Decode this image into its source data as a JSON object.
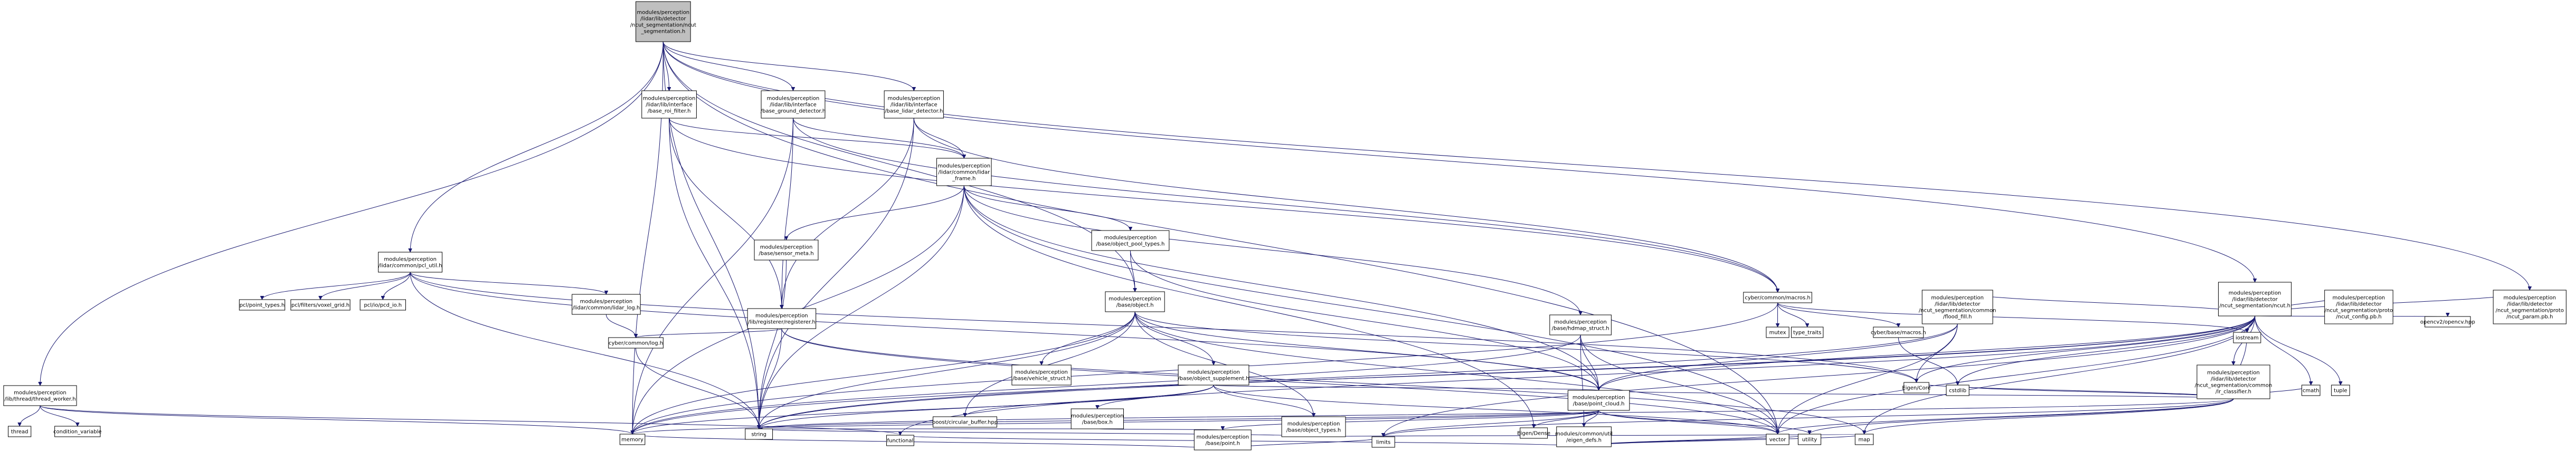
{
  "nodes": [
    {
      "id": "root",
      "lines": [
        "modules/perception",
        "/lidar/lib/detector",
        "/ncut_segmentation/ncut",
        "_segmentation.h"
      ],
      "style": "root"
    },
    {
      "id": "thread_worker",
      "lines": [
        "modules/perception",
        "/lib/thread/thread_worker.h"
      ],
      "style": "normal"
    },
    {
      "id": "thread",
      "lines": [
        "thread"
      ],
      "style": "system"
    },
    {
      "id": "cond_var",
      "lines": [
        "condition_variable"
      ],
      "style": "system"
    },
    {
      "id": "memory",
      "lines": [
        "memory"
      ],
      "style": "system"
    },
    {
      "id": "functional",
      "lines": [
        "functional"
      ],
      "style": "system"
    },
    {
      "id": "pcl_util",
      "lines": [
        "modules/perception",
        "/lidar/common/pcl_util.h"
      ],
      "style": "normal"
    },
    {
      "id": "pcl_point_types",
      "lines": [
        "pcl/point_types.h"
      ],
      "style": "system"
    },
    {
      "id": "pcl_voxel",
      "lines": [
        "pcl/filters/voxel_grid.h"
      ],
      "style": "system"
    },
    {
      "id": "pcl_pcd_io",
      "lines": [
        "pcl/io/pcd_io.h"
      ],
      "style": "system"
    },
    {
      "id": "lidar_log",
      "lines": [
        "modules/perception",
        "/lidar/common/lidar_log.h"
      ],
      "style": "normal"
    },
    {
      "id": "cyber_log",
      "lines": [
        "cyber/common/log.h"
      ],
      "style": "red"
    },
    {
      "id": "string",
      "lines": [
        "string"
      ],
      "style": "system"
    },
    {
      "id": "base_roi",
      "lines": [
        "modules/perception",
        "/lidar/lib/interface",
        "/base_roi_filter.h"
      ],
      "style": "normal"
    },
    {
      "id": "base_ground",
      "lines": [
        "modules/perception",
        "/lidar/lib/interface",
        "/base_ground_detector.h"
      ],
      "style": "normal"
    },
    {
      "id": "base_lidar_det",
      "lines": [
        "modules/perception",
        "/lidar/lib/interface",
        "/base_lidar_detector.h"
      ],
      "style": "normal"
    },
    {
      "id": "lidar_frame",
      "lines": [
        "modules/perception",
        "/lidar/common/lidar",
        "_frame.h"
      ],
      "style": "normal"
    },
    {
      "id": "registerer",
      "lines": [
        "modules/perception",
        "/lib/registerer/registerer.h"
      ],
      "style": "normal"
    },
    {
      "id": "sensor_meta",
      "lines": [
        "modules/perception",
        "/base/sensor_meta.h"
      ],
      "style": "normal"
    },
    {
      "id": "obj_pool",
      "lines": [
        "modules/perception",
        "/base/object_pool_types.h"
      ],
      "style": "red"
    },
    {
      "id": "object_h",
      "lines": [
        "modules/perception",
        "/base/object.h"
      ],
      "style": "normal"
    },
    {
      "id": "vehicle_struct",
      "lines": [
        "modules/perception",
        "/base/vehicle_struct.h"
      ],
      "style": "normal"
    },
    {
      "id": "obj_supp",
      "lines": [
        "modules/perception",
        "/base/object_supplement.h"
      ],
      "style": "normal"
    },
    {
      "id": "boost_cb",
      "lines": [
        "boost/circular_buffer.hpp"
      ],
      "style": "system"
    },
    {
      "id": "box_h",
      "lines": [
        "modules/perception",
        "/base/box.h"
      ],
      "style": "red"
    },
    {
      "id": "obj_types",
      "lines": [
        "modules/perception",
        "/base/object_types.h"
      ],
      "style": "normal"
    },
    {
      "id": "point_h",
      "lines": [
        "modules/perception",
        "/base/point.h"
      ],
      "style": "normal"
    },
    {
      "id": "hdmap_struct",
      "lines": [
        "modules/perception",
        "/base/hdmap_struct.h"
      ],
      "style": "normal"
    },
    {
      "id": "point_cloud",
      "lines": [
        "modules/perception",
        "/base/point_cloud.h"
      ],
      "style": "normal"
    },
    {
      "id": "eigen_dense",
      "lines": [
        "Eigen/Dense"
      ],
      "style": "system"
    },
    {
      "id": "eigen_defs",
      "lines": [
        "modules/common/util",
        "/eigen_defs.h"
      ],
      "style": "red"
    },
    {
      "id": "limits",
      "lines": [
        "limits"
      ],
      "style": "system"
    },
    {
      "id": "vector",
      "lines": [
        "vector"
      ],
      "style": "system"
    },
    {
      "id": "utility",
      "lines": [
        "utility"
      ],
      "style": "system"
    },
    {
      "id": "map",
      "lines": [
        "map"
      ],
      "style": "system"
    },
    {
      "id": "cyber_macros",
      "lines": [
        "cyber/common/macros.h"
      ],
      "style": "normal"
    },
    {
      "id": "mutex",
      "lines": [
        "mutex"
      ],
      "style": "system"
    },
    {
      "id": "type_traits",
      "lines": [
        "type_traits"
      ],
      "style": "system"
    },
    {
      "id": "cyber_base_macros",
      "lines": [
        "cyber/base/macros.h"
      ],
      "style": "red"
    },
    {
      "id": "cstdlib",
      "lines": [
        "cstdlib"
      ],
      "style": "system"
    },
    {
      "id": "eigen_core",
      "lines": [
        "Eigen/Core"
      ],
      "style": "system"
    },
    {
      "id": "iostream",
      "lines": [
        "iostream"
      ],
      "style": "system"
    },
    {
      "id": "ncut_h",
      "lines": [
        "modules/perception",
        "/lidar/lib/detector",
        "/ncut_segmentation/ncut.h"
      ],
      "style": "normal"
    },
    {
      "id": "flood_fill",
      "lines": [
        "modules/perception",
        "/lidar/lib/detector",
        "/ncut_segmentation/common",
        "/flood_fill.h"
      ],
      "style": "red"
    },
    {
      "id": "lr_classifier",
      "lines": [
        "modules/perception",
        "/lidar/lib/detector",
        "/ncut_segmentation/common",
        "/lr_classifier.h"
      ],
      "style": "red"
    },
    {
      "id": "ncut_config",
      "lines": [
        "modules/perception",
        "/lidar/lib/detector",
        "/ncut_segmentation/proto",
        "/ncut_config.pb.h"
      ],
      "style": "system"
    },
    {
      "id": "opencv",
      "lines": [
        "opencv2/opencv.hpp"
      ],
      "style": "system"
    },
    {
      "id": "ncut_param",
      "lines": [
        "modules/perception",
        "/lidar/lib/detector",
        "/ncut_segmentation/proto",
        "/ncut_param.pb.h"
      ],
      "style": "system"
    },
    {
      "id": "cmath",
      "lines": [
        "cmath"
      ],
      "style": "system"
    },
    {
      "id": "tuple",
      "lines": [
        "tuple"
      ],
      "style": "system"
    }
  ],
  "edges": [
    [
      "root",
      "thread_worker"
    ],
    [
      "root",
      "pcl_util"
    ],
    [
      "root",
      "base_roi"
    ],
    [
      "root",
      "base_ground"
    ],
    [
      "root",
      "base_lidar_det"
    ],
    [
      "root",
      "string"
    ],
    [
      "root",
      "memory"
    ],
    [
      "root",
      "vector"
    ],
    [
      "root",
      "ncut_h"
    ],
    [
      "root",
      "ncut_param"
    ],
    [
      "root",
      "object_h"
    ],
    [
      "thread_worker",
      "thread"
    ],
    [
      "thread_worker",
      "cond_var"
    ],
    [
      "thread_worker",
      "memory"
    ],
    [
      "thread_worker",
      "functional"
    ],
    [
      "pcl_util",
      "pcl_point_types"
    ],
    [
      "pcl_util",
      "pcl_voxel"
    ],
    [
      "pcl_util",
      "pcl_pcd_io"
    ],
    [
      "pcl_util",
      "lidar_log"
    ],
    [
      "pcl_util",
      "string"
    ],
    [
      "pcl_util",
      "point_cloud"
    ],
    [
      "pcl_util",
      "eigen_core"
    ],
    [
      "lidar_log",
      "cyber_log"
    ],
    [
      "cyber_log",
      "string"
    ],
    [
      "base_roi",
      "lidar_frame"
    ],
    [
      "base_roi",
      "registerer"
    ],
    [
      "base_roi",
      "string"
    ],
    [
      "base_roi",
      "cyber_macros"
    ],
    [
      "base_ground",
      "lidar_frame"
    ],
    [
      "base_ground",
      "registerer"
    ],
    [
      "base_ground",
      "memory"
    ],
    [
      "base_ground",
      "cyber_macros"
    ],
    [
      "base_lidar_det",
      "lidar_frame"
    ],
    [
      "base_lidar_det",
      "registerer"
    ],
    [
      "base_lidar_det",
      "string"
    ],
    [
      "base_lidar_det",
      "cyber_macros"
    ],
    [
      "lidar_frame",
      "sensor_meta"
    ],
    [
      "lidar_frame",
      "obj_pool"
    ],
    [
      "lidar_frame",
      "hdmap_struct"
    ],
    [
      "lidar_frame",
      "point_cloud"
    ],
    [
      "lidar_frame",
      "memory"
    ],
    [
      "lidar_frame",
      "string"
    ],
    [
      "lidar_frame",
      "vector"
    ],
    [
      "lidar_frame",
      "eigen_dense"
    ],
    [
      "registerer",
      "cyber_log"
    ],
    [
      "registerer",
      "string"
    ],
    [
      "registerer",
      "map"
    ],
    [
      "registerer",
      "vector"
    ],
    [
      "sensor_meta",
      "string"
    ],
    [
      "obj_pool",
      "object_h"
    ],
    [
      "obj_pool",
      "point_cloud"
    ],
    [
      "object_h",
      "vehicle_struct"
    ],
    [
      "object_h",
      "obj_supp"
    ],
    [
      "object_h",
      "boost_cb"
    ],
    [
      "object_h",
      "obj_types"
    ],
    [
      "object_h",
      "point_cloud"
    ],
    [
      "object_h",
      "memory"
    ],
    [
      "object_h",
      "string"
    ],
    [
      "object_h",
      "vector"
    ],
    [
      "object_h",
      "eigen_core"
    ],
    [
      "obj_supp",
      "box_h"
    ],
    [
      "obj_supp",
      "obj_types"
    ],
    [
      "obj_supp",
      "point_cloud"
    ],
    [
      "obj_supp",
      "memory"
    ],
    [
      "obj_supp",
      "string"
    ],
    [
      "obj_supp",
      "vector"
    ],
    [
      "obj_supp",
      "boost_cb"
    ],
    [
      "box_h",
      "point_h"
    ],
    [
      "box_h",
      "string"
    ],
    [
      "obj_types",
      "map"
    ],
    [
      "obj_types",
      "string"
    ],
    [
      "point_h",
      "memory"
    ],
    [
      "point_h",
      "limits"
    ],
    [
      "hdmap_struct",
      "point_cloud"
    ],
    [
      "hdmap_struct",
      "memory"
    ],
    [
      "hdmap_struct",
      "vector"
    ],
    [
      "hdmap_struct",
      "eigen_defs"
    ],
    [
      "point_cloud",
      "point_h"
    ],
    [
      "point_cloud",
      "eigen_defs"
    ],
    [
      "point_cloud",
      "memory"
    ],
    [
      "point_cloud",
      "string"
    ],
    [
      "point_cloud",
      "utility"
    ],
    [
      "point_cloud",
      "vector"
    ],
    [
      "point_cloud",
      "limits"
    ],
    [
      "point_cloud",
      "eigen_dense"
    ],
    [
      "eigen_defs",
      "functional"
    ],
    [
      "eigen_defs",
      "map"
    ],
    [
      "eigen_defs",
      "utility"
    ],
    [
      "eigen_defs",
      "vector"
    ],
    [
      "cyber_macros",
      "mutex"
    ],
    [
      "cyber_macros",
      "type_traits"
    ],
    [
      "cyber_macros",
      "cyber_base_macros"
    ],
    [
      "cyber_macros",
      "iostream"
    ],
    [
      "cyber_macros",
      "memory"
    ],
    [
      "cyber_base_macros",
      "cstdlib"
    ],
    [
      "ncut_h",
      "flood_fill"
    ],
    [
      "ncut_h",
      "lr_classifier"
    ],
    [
      "ncut_h",
      "ncut_config"
    ],
    [
      "ncut_h",
      "opencv"
    ],
    [
      "ncut_h",
      "ncut_param"
    ],
    [
      "ncut_h",
      "eigen_core"
    ],
    [
      "ncut_h",
      "cstdlib"
    ],
    [
      "ncut_h",
      "iostream"
    ],
    [
      "ncut_h",
      "map"
    ],
    [
      "ncut_h",
      "memory"
    ],
    [
      "ncut_h",
      "string"
    ],
    [
      "ncut_h",
      "vector"
    ],
    [
      "ncut_h",
      "limits"
    ],
    [
      "ncut_h",
      "functional"
    ],
    [
      "ncut_h",
      "point_cloud"
    ],
    [
      "ncut_h",
      "tuple"
    ],
    [
      "ncut_h",
      "cmath"
    ],
    [
      "flood_fill",
      "point_cloud"
    ],
    [
      "flood_fill",
      "vector"
    ],
    [
      "flood_fill",
      "string"
    ],
    [
      "flood_fill",
      "eigen_core"
    ],
    [
      "lr_classifier",
      "point_cloud"
    ],
    [
      "lr_classifier",
      "cmath"
    ],
    [
      "lr_classifier",
      "iostream"
    ],
    [
      "lr_classifier",
      "map"
    ],
    [
      "lr_classifier",
      "string"
    ],
    [
      "lr_classifier",
      "vector"
    ],
    [
      "lr_classifier",
      "eigen_core"
    ],
    [
      "lr_classifier",
      "cstdlib"
    ],
    [
      "lr_classifier",
      "utility"
    ],
    [
      "lr_classifier",
      "limits"
    ]
  ],
  "colors": {
    "root_fill": "#bfbfbf",
    "normal_fill": "#ffffff",
    "system_border": "#bfbfbf",
    "red_border": "#ff0000",
    "edge": "#191970"
  }
}
